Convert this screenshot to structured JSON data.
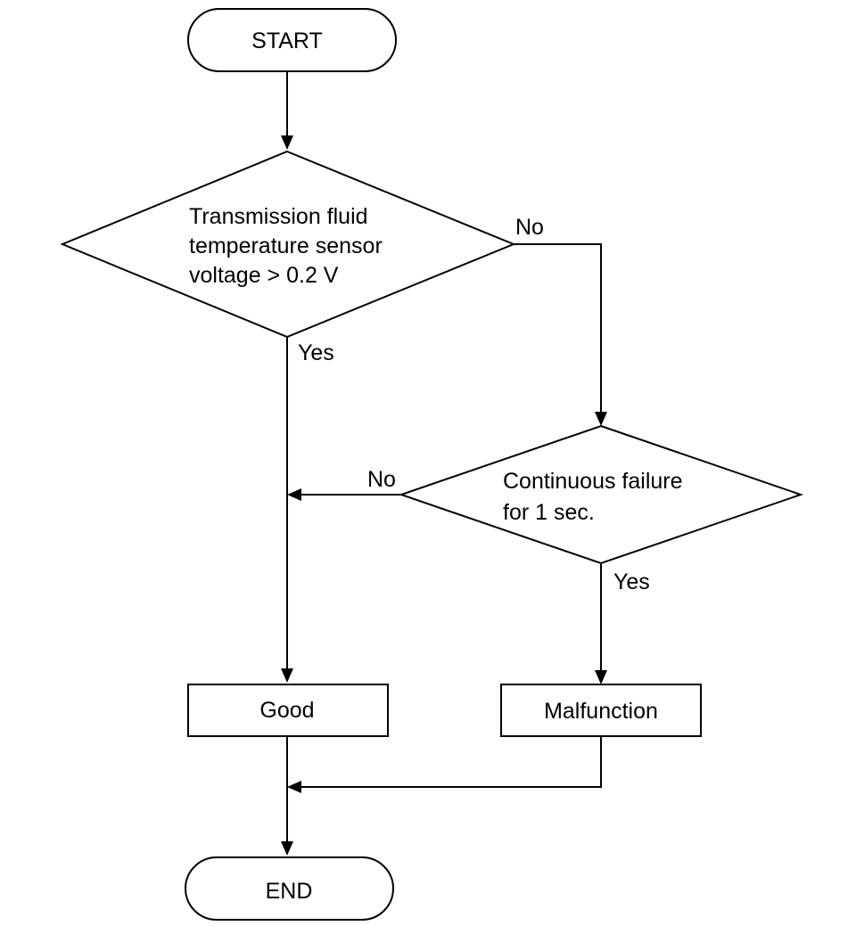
{
  "nodes": {
    "start": "START",
    "decision1": [
      "Transmission fluid",
      "temperature sensor",
      "voltage > 0.2 V"
    ],
    "decision2": [
      "Continuous failure",
      "for 1 sec."
    ],
    "good": "Good",
    "malfunction": "Malfunction",
    "end": "END"
  },
  "edges": {
    "d1_yes": "Yes",
    "d1_no": "No",
    "d2_no": "No",
    "d2_yes": "Yes"
  }
}
